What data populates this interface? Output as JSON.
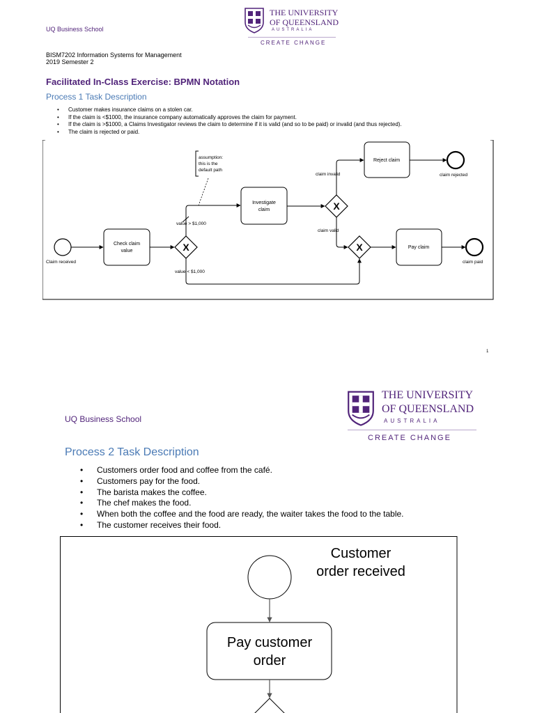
{
  "page1": {
    "school": "UQ Business School",
    "university": {
      "line1": "THE UNIVERSITY",
      "line2": "OF QUEENSLAND",
      "line3": "AUSTRALIA",
      "tagline": "CREATE CHANGE"
    },
    "course": "BISM7202 Information Systems for Management",
    "semester": "2019 Semester 2",
    "exercise_title": "Facilitated In-Class Exercise:  BPMN Notation",
    "process_heading": "Process 1 Task Description",
    "bullets": [
      "Customer makes insurance claims on a stolen car.",
      "If the claim is <$1000, the insurance company automatically approves the claim for payment.",
      "If the claim is >$1000, a Claims Investigator reviews the claim to determine if it is valid (and so to be paid) or invalid (and thus rejected).",
      "The claim is rejected or paid."
    ],
    "diagram": {
      "start_label": "Claim received",
      "check_task": [
        "Check claim",
        "value"
      ],
      "investigate_task": [
        "Investigate",
        "claim"
      ],
      "reject_task": "Reject claim",
      "pay_task": "Pay claim",
      "end_rejected": "claim rejected",
      "end_paid": "claim paid",
      "flow_over": "value > $1,000",
      "flow_under": "value < $1,000",
      "flow_invalid": "claim invalid",
      "flow_valid": "claim valid",
      "annotation": [
        "assumption:",
        "this is the",
        "default path"
      ],
      "gateway_symbol": "X"
    },
    "page_number": "1"
  },
  "page2": {
    "school": "UQ Business School",
    "university": {
      "line1": "THE UNIVERSITY",
      "line2": "OF QUEENSLAND",
      "line3": "AUSTRALIA",
      "tagline": "CREATE CHANGE"
    },
    "process_heading": "Process 2 Task Description",
    "bullets": [
      "Customers order food and coffee from the café.",
      "Customers pay for the food.",
      "The barista makes the coffee.",
      "The chef makes the food.",
      "When both the coffee and the food are ready, the waiter takes the food to the table.",
      "The customer receives their food."
    ],
    "diagram": {
      "start_label": [
        "Customer",
        "order received"
      ],
      "pay_task": [
        "Pay customer",
        "order"
      ]
    }
  }
}
